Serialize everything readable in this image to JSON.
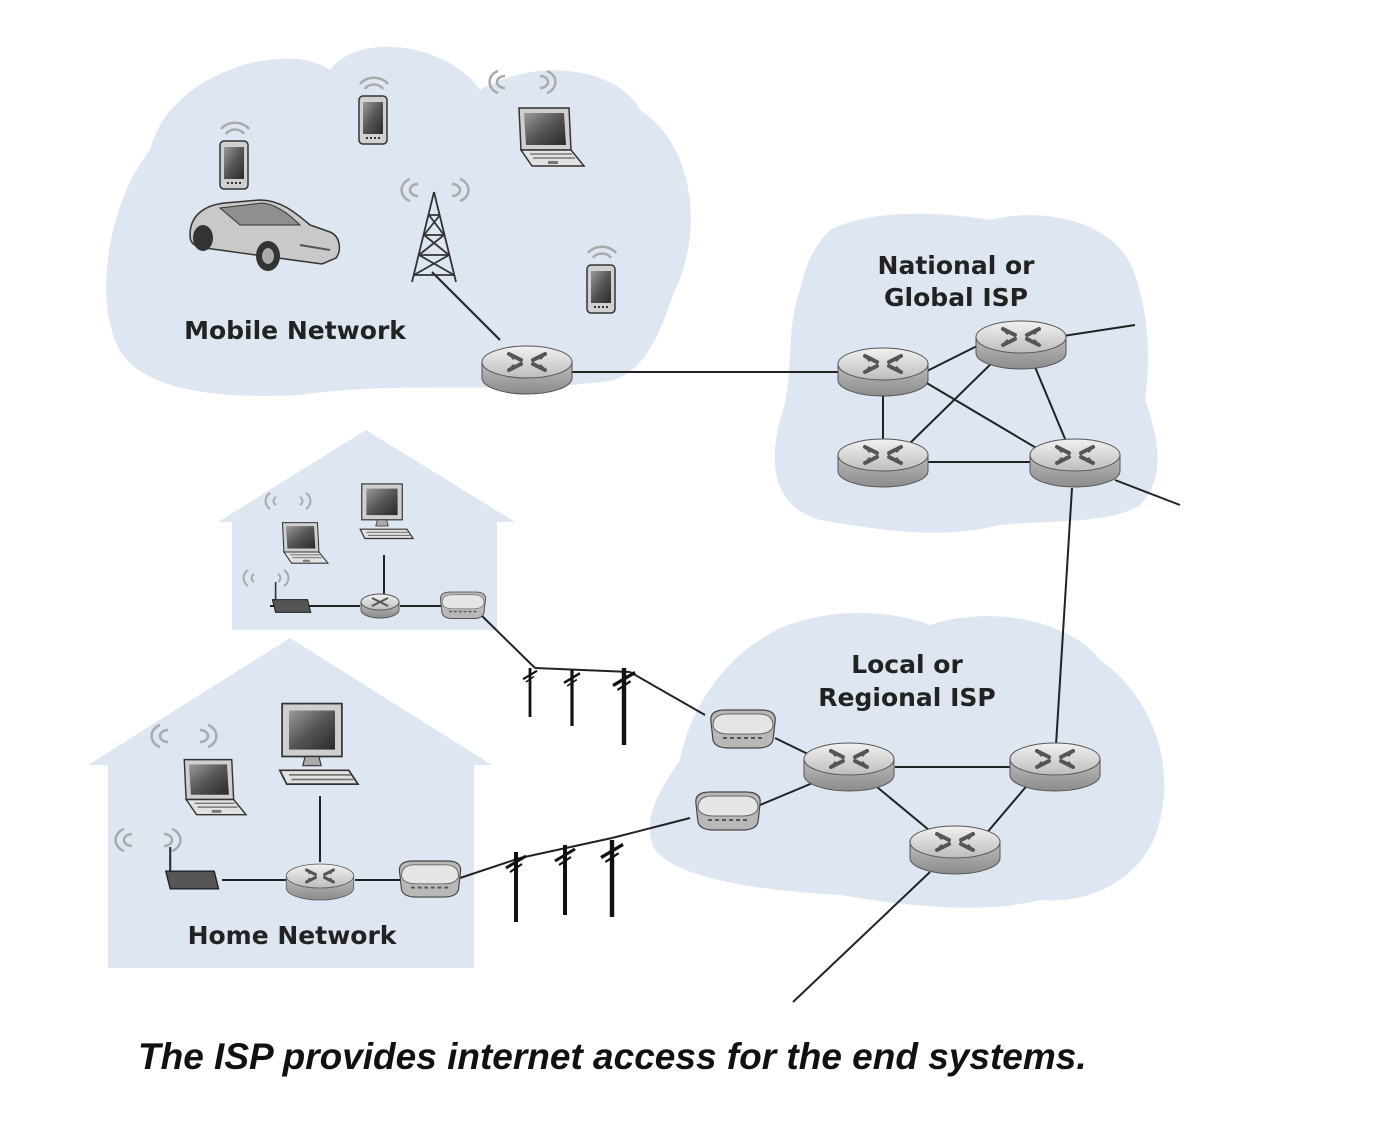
{
  "labels": {
    "mobile_network": "Mobile Network",
    "national_isp_line1": "National or",
    "national_isp_line2": "Global ISP",
    "local_isp_line1": "Local or",
    "local_isp_line2": "Regional ISP",
    "home_network": "Home Network"
  },
  "caption": "The ISP provides internet access for the end systems.",
  "colors": {
    "cloud_fill": "#dde6f1",
    "house_fill": "#dde6f1",
    "link_stroke": "#222222",
    "router_body": "#cfcfcf"
  },
  "icons": [
    "smartphone-icon",
    "laptop-icon",
    "car-icon",
    "cell-tower-icon",
    "router-icon",
    "desktop-computer-icon",
    "wifi-base-station-icon",
    "modem-icon",
    "utility-pole-icon"
  ]
}
